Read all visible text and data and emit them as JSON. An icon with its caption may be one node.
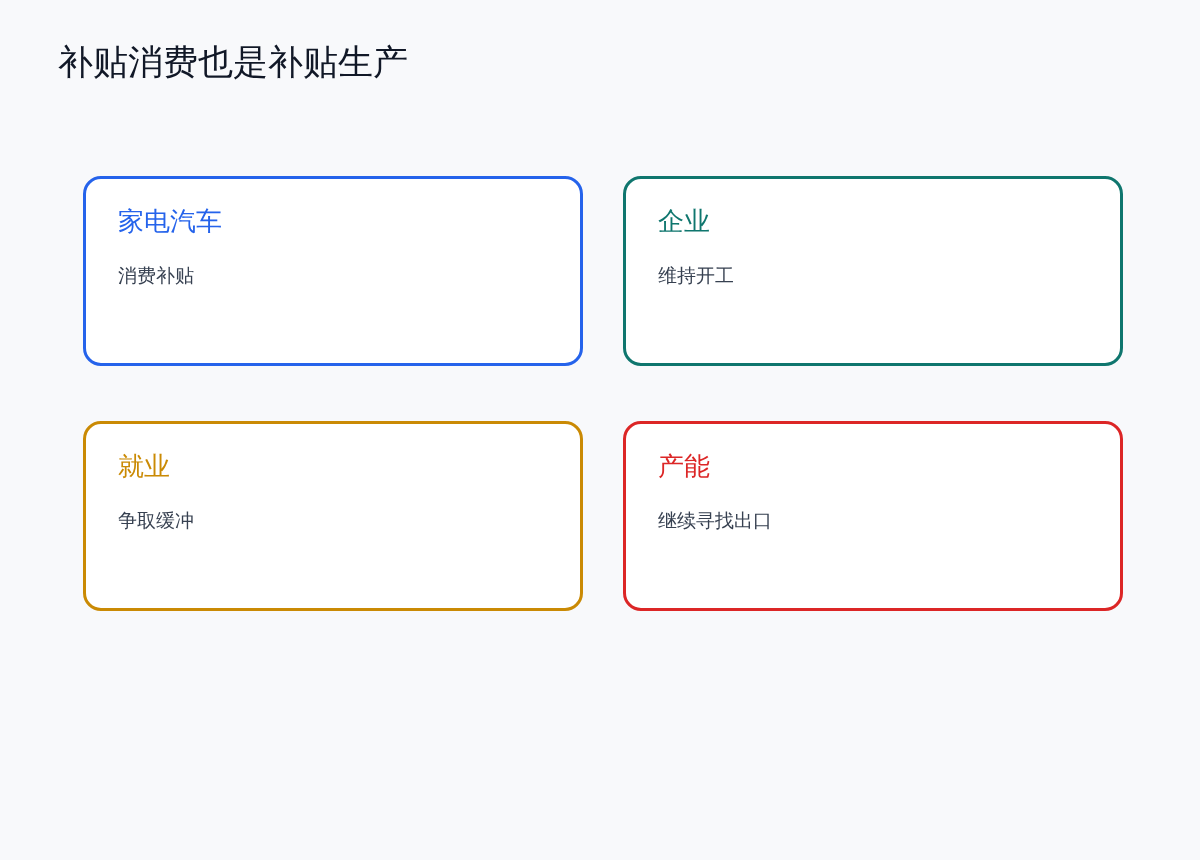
{
  "diagram": {
    "title": "补贴消费也是补贴生产",
    "nodes": [
      {
        "text": [
          "家电汽车",
          "消费补贴"
        ]
      },
      {
        "text": [
          "企业",
          "维持开工"
        ]
      },
      {
        "text": [
          "就业",
          "争取缓冲"
        ]
      },
      {
        "text": [
          "产能",
          "继续寻找出口"
        ]
      }
    ]
  }
}
